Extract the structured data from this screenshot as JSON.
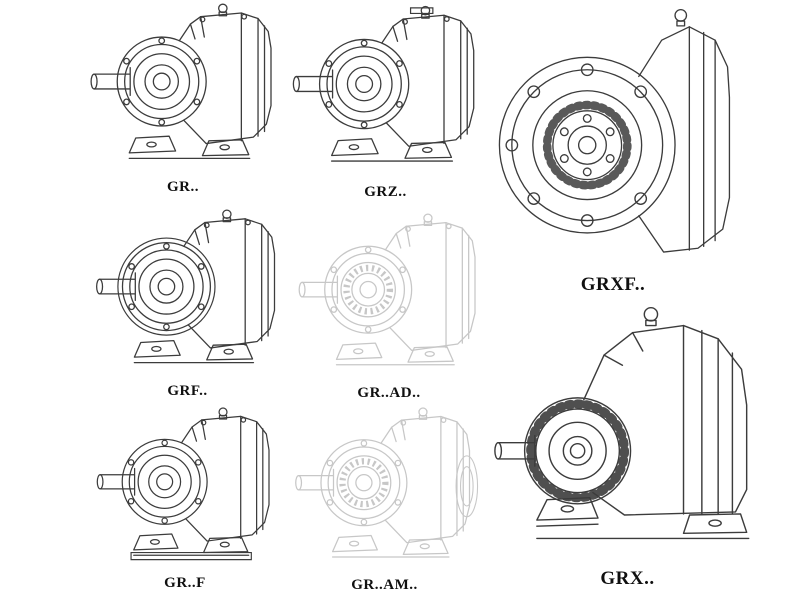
{
  "page": {
    "background_color": "#ffffff",
    "line_color": "#3c3c3c",
    "ghost_line_color": "#c7c7c7",
    "label_color": "#101010"
  },
  "figures": {
    "gr": {
      "label": "GR..",
      "style": "solid",
      "drawing": "helical-gearbox-foot-mounted-iso-view"
    },
    "grz": {
      "label": "GRZ..",
      "style": "solid",
      "drawing": "helical-gearbox-foot-mounted-iso-view"
    },
    "grxf": {
      "label": "GRXF..",
      "style": "solid",
      "drawing": "helical-gearbox-flange-front-view"
    },
    "grf": {
      "label": "GRF..",
      "style": "solid",
      "drawing": "helical-gearbox-flange-iso-view"
    },
    "grad": {
      "label": "GR..AD..",
      "style": "ghost",
      "drawing": "helical-gearbox-adapter-ghost-view"
    },
    "grff": {
      "label": "GR..F",
      "style": "solid",
      "drawing": "helical-gearbox-extended-foot-iso-view"
    },
    "gram": {
      "label": "GR..AM..",
      "style": "ghost",
      "drawing": "helical-gearbox-motor-flange-ghost-view"
    },
    "grx": {
      "label": "GRX..",
      "style": "solid",
      "drawing": "helical-gearbox-large-foot-mounted-iso-view"
    }
  }
}
